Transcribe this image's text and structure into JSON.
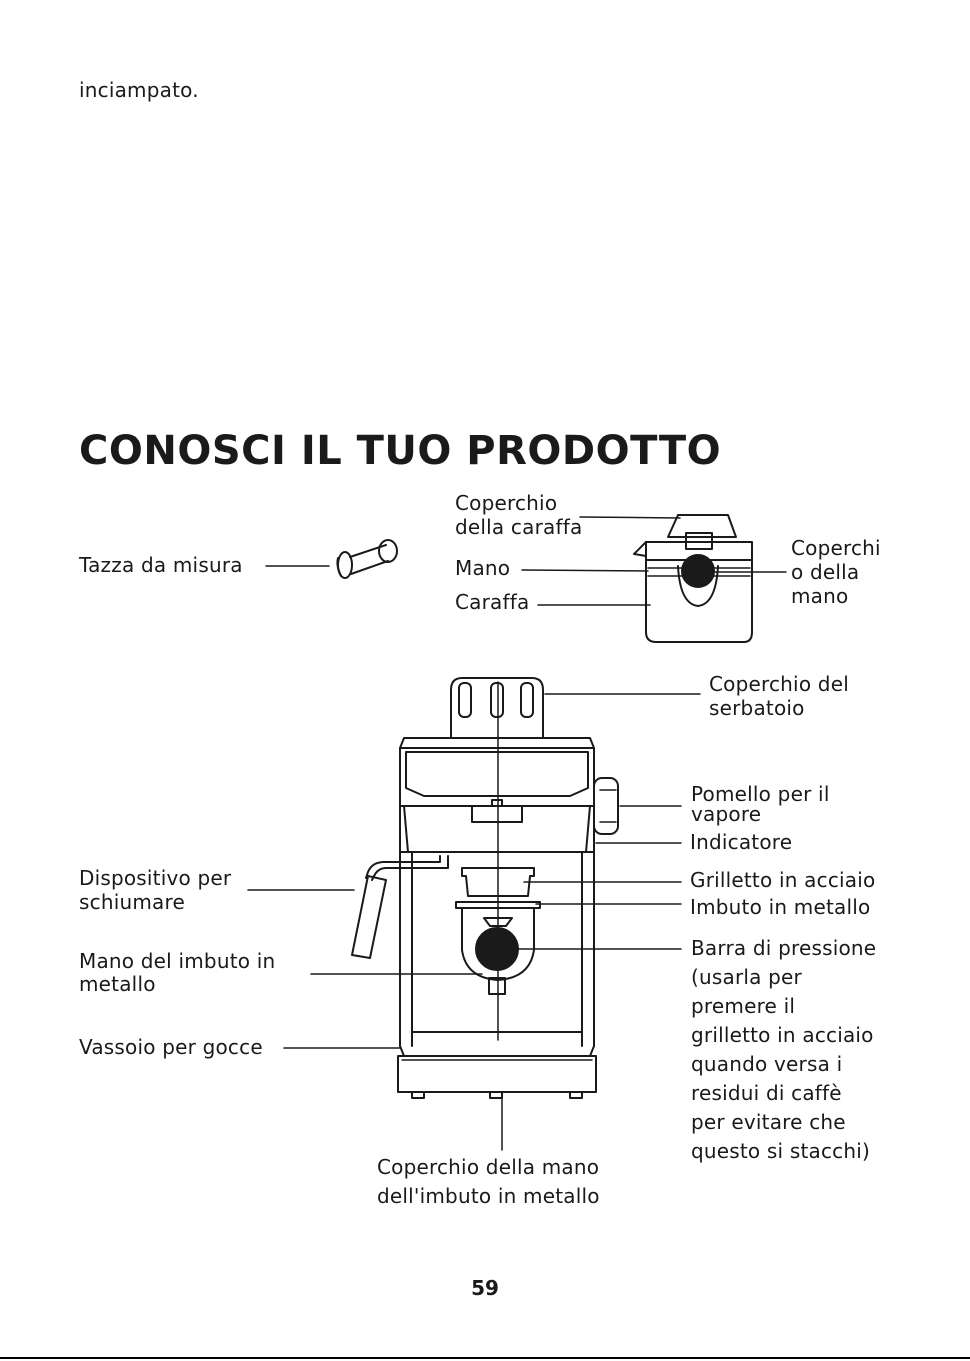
{
  "top_text": "inciampato.",
  "heading": "CONOSCI IL TUO PRODOTTO",
  "page_number": "59",
  "labels": {
    "measuring_cup": "Tazza da misura",
    "carafe_lid": [
      "Coperchio",
      "della caraffa"
    ],
    "handle": "Mano",
    "carafe": "Caraffa",
    "handle_cover": [
      "Coperchi",
      "o della",
      "mano"
    ],
    "tank_lid": [
      "Coperchio del",
      "serbatoio"
    ],
    "steam_knob": [
      "Pomello per il",
      "vapore"
    ],
    "indicator": "Indicatore",
    "steel_trigger": "Grilletto in acciaio",
    "metal_funnel": "Imbuto in metallo",
    "frother": [
      "Dispositivo per",
      "schiumare"
    ],
    "funnel_handle": [
      "Mano del imbuto in",
      "metallo"
    ],
    "drip_tray": "Vassoio per gocce",
    "pressure_bar": [
      "Barra di pressione",
      "(usarla per",
      "premere il",
      "grilletto in acciaio",
      "quando versa i",
      "residui di caffè",
      "per evitare che",
      "questo si stacchi)"
    ],
    "funnel_handle_cover": [
      "Coperchio della mano",
      "dell'imbuto in metallo"
    ]
  }
}
